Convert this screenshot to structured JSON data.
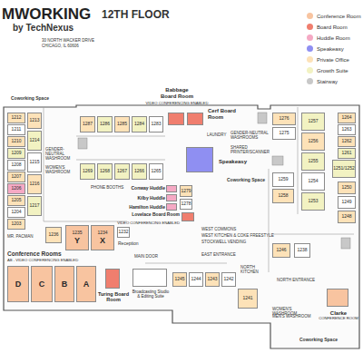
{
  "diagram": {
    "title": "MWORKING",
    "nodes": [
      {
        "text": [
          "1212"
        ]
      },
      {
        "text": [
          "1211"
        ]
      },
      {
        "text": [
          "1210"
        ]
      },
      {
        "text": [
          "1209"
        ]
      },
      {
        "text": [
          "1208"
        ]
      },
      {
        "text": [
          "1207"
        ]
      },
      {
        "text": [
          "1206"
        ]
      },
      {
        "text": [
          "1205"
        ]
      },
      {
        "text": [
          "1204"
        ]
      },
      {
        "text": [
          "1203"
        ]
      },
      {
        "text": [
          "1213"
        ]
      },
      {
        "text": [
          "1214"
        ]
      },
      {
        "text": [
          "1215"
        ]
      },
      {
        "text": [
          "1216"
        ]
      },
      {
        "text": [
          "1217"
        ]
      },
      {
        "text": [
          "1236"
        ]
      },
      {
        "text": [
          "1235",
          "Y"
        ]
      },
      {
        "text": [
          "1234",
          "X"
        ]
      },
      {
        "text": [
          "1232"
        ]
      },
      {
        "text": [
          "D"
        ]
      },
      {
        "text": [
          "C"
        ]
      },
      {
        "text": [
          "B"
        ]
      },
      {
        "text": [
          "A"
        ]
      },
      {
        "text": [
          "Turing Board Room"
        ]
      },
      {
        "text": [
          "Broadcasting Studio & Editing Suite"
        ]
      },
      {
        "text": [
          "1245"
        ]
      },
      {
        "text": [
          "1244"
        ]
      },
      {
        "text": [
          "1243"
        ]
      },
      {
        "text": [
          "1242"
        ]
      },
      {
        "text": [
          "1241"
        ]
      },
      {
        "text": [
          "1287"
        ]
      },
      {
        "text": [
          "1286"
        ]
      },
      {
        "text": [
          "1285"
        ]
      },
      {
        "text": [
          "1284"
        ]
      },
      {
        "text": [
          "1283"
        ]
      },
      {
        "text": [
          "Babbage Board Room",
          "VIDEO CONFERENCING ENABLED"
        ]
      },
      {
        "text": [
          "Cerf Board Room"
        ]
      },
      {
        "text": [
          "1269"
        ]
      },
      {
        "text": [
          "1268"
        ]
      },
      {
        "text": [
          "1267"
        ]
      },
      {
        "text": [
          "1266"
        ]
      },
      {
        "text": [
          "1265"
        ]
      },
      {
        "text": [
          "Conway Huddle"
        ]
      },
      {
        "text": [
          "Kilby Huddle"
        ]
      },
      {
        "text": [
          "Hamilton Huddle"
        ]
      },
      {
        "text": [
          "Lovelace Board Room",
          "VIDEO CONFERENCING ENABLED"
        ]
      },
      {
        "text": [
          "1279"
        ]
      },
      {
        "text": [
          "1278"
        ]
      },
      {
        "text": [
          "Speakeasy"
        ]
      },
      {
        "text": [
          "1276"
        ]
      },
      {
        "text": [
          "1275"
        ]
      },
      {
        "text": [
          "1264"
        ]
      },
      {
        "text": [
          "1263"
        ]
      },
      {
        "text": [
          "1262"
        ]
      },
      {
        "text": [
          "1261"
        ]
      },
      {
        "text": [
          "1251/1252"
        ]
      },
      {
        "text": [
          "1250"
        ]
      },
      {
        "text": [
          "1249"
        ]
      },
      {
        "text": [
          "1248"
        ]
      },
      {
        "text": [
          "1257"
        ]
      },
      {
        "text": [
          "1256"
        ]
      },
      {
        "text": [
          "1255"
        ]
      },
      {
        "text": [
          "1254"
        ]
      },
      {
        "text": [
          "1253"
        ]
      },
      {
        "text": [
          "1259"
        ]
      },
      {
        "text": [
          "1258"
        ]
      },
      {
        "text": [
          "1246"
        ]
      },
      {
        "text": [
          "1238"
        ]
      },
      {
        "text": [
          "Clarke",
          "CONFERENCE ROOM"
        ]
      }
    ],
    "labels": [
      "by TechNexus",
      "12TH FLOOR",
      "30 NORTH WACKER DRIVE",
      "CHICAGO, IL 60606",
      "Coworking Space",
      "GENDER-NEUTRAL WASHROOM",
      "WOMEN'S WASHROOM",
      "MR. PACMAN",
      "Conference Rooms",
      "AB - VIDEO CONFERENCING ENABLED",
      "Reception",
      "MAIN DOOR",
      "LAUNDRY",
      "GENDER-NEUTRAL WASHROOMS",
      "SHARED PRINTER/SCANNER",
      "PHONE BOOTHS",
      "Coworking Space",
      "WEST COMMONS",
      "WEST KITCHEN & COKE FREESTYLE",
      "STOCKWELL VENDING",
      "EAST ENTRANCE",
      "NORTH KITCHEN",
      "NORTH ENTRANCE",
      "WOMEN'S WASHROOM",
      "MEN'S WASHROOM",
      "Coworking Space"
    ],
    "legend": [
      {
        "text": "Conference Room",
        "color": "#f8c4a0"
      },
      {
        "text": "Board Room",
        "color": "#f07e6e"
      },
      {
        "text": "Huddle Room",
        "color": "#f5a9c4"
      },
      {
        "text": "Speakeasy",
        "color": "#8f8ff2"
      },
      {
        "text": "Private Office",
        "color": "#fde2b8"
      },
      {
        "text": "Growth Suite",
        "color": "#f2f2c2"
      },
      {
        "text": "Stairway",
        "color": "#c8c8c8"
      }
    ]
  }
}
